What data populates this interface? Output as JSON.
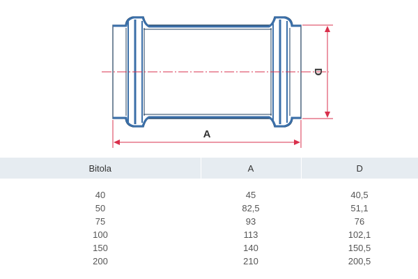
{
  "drawing": {
    "dimension_labels": {
      "length": "A",
      "diameter": "D"
    },
    "colors": {
      "outline": "#1f3d5c",
      "pipe_blue": "#3b6fa8",
      "dimension": "#d9304c",
      "centerline": "#d9304c"
    }
  },
  "table": {
    "headers": [
      "Bitola",
      "A",
      "D"
    ],
    "rows": [
      [
        "40",
        "45",
        "40,5"
      ],
      [
        "50",
        "82,5",
        "51,1"
      ],
      [
        "75",
        "93",
        "76"
      ],
      [
        "100",
        "113",
        "102,1"
      ],
      [
        "150",
        "140",
        "150,5"
      ],
      [
        "200",
        "210",
        "200,5"
      ]
    ]
  }
}
